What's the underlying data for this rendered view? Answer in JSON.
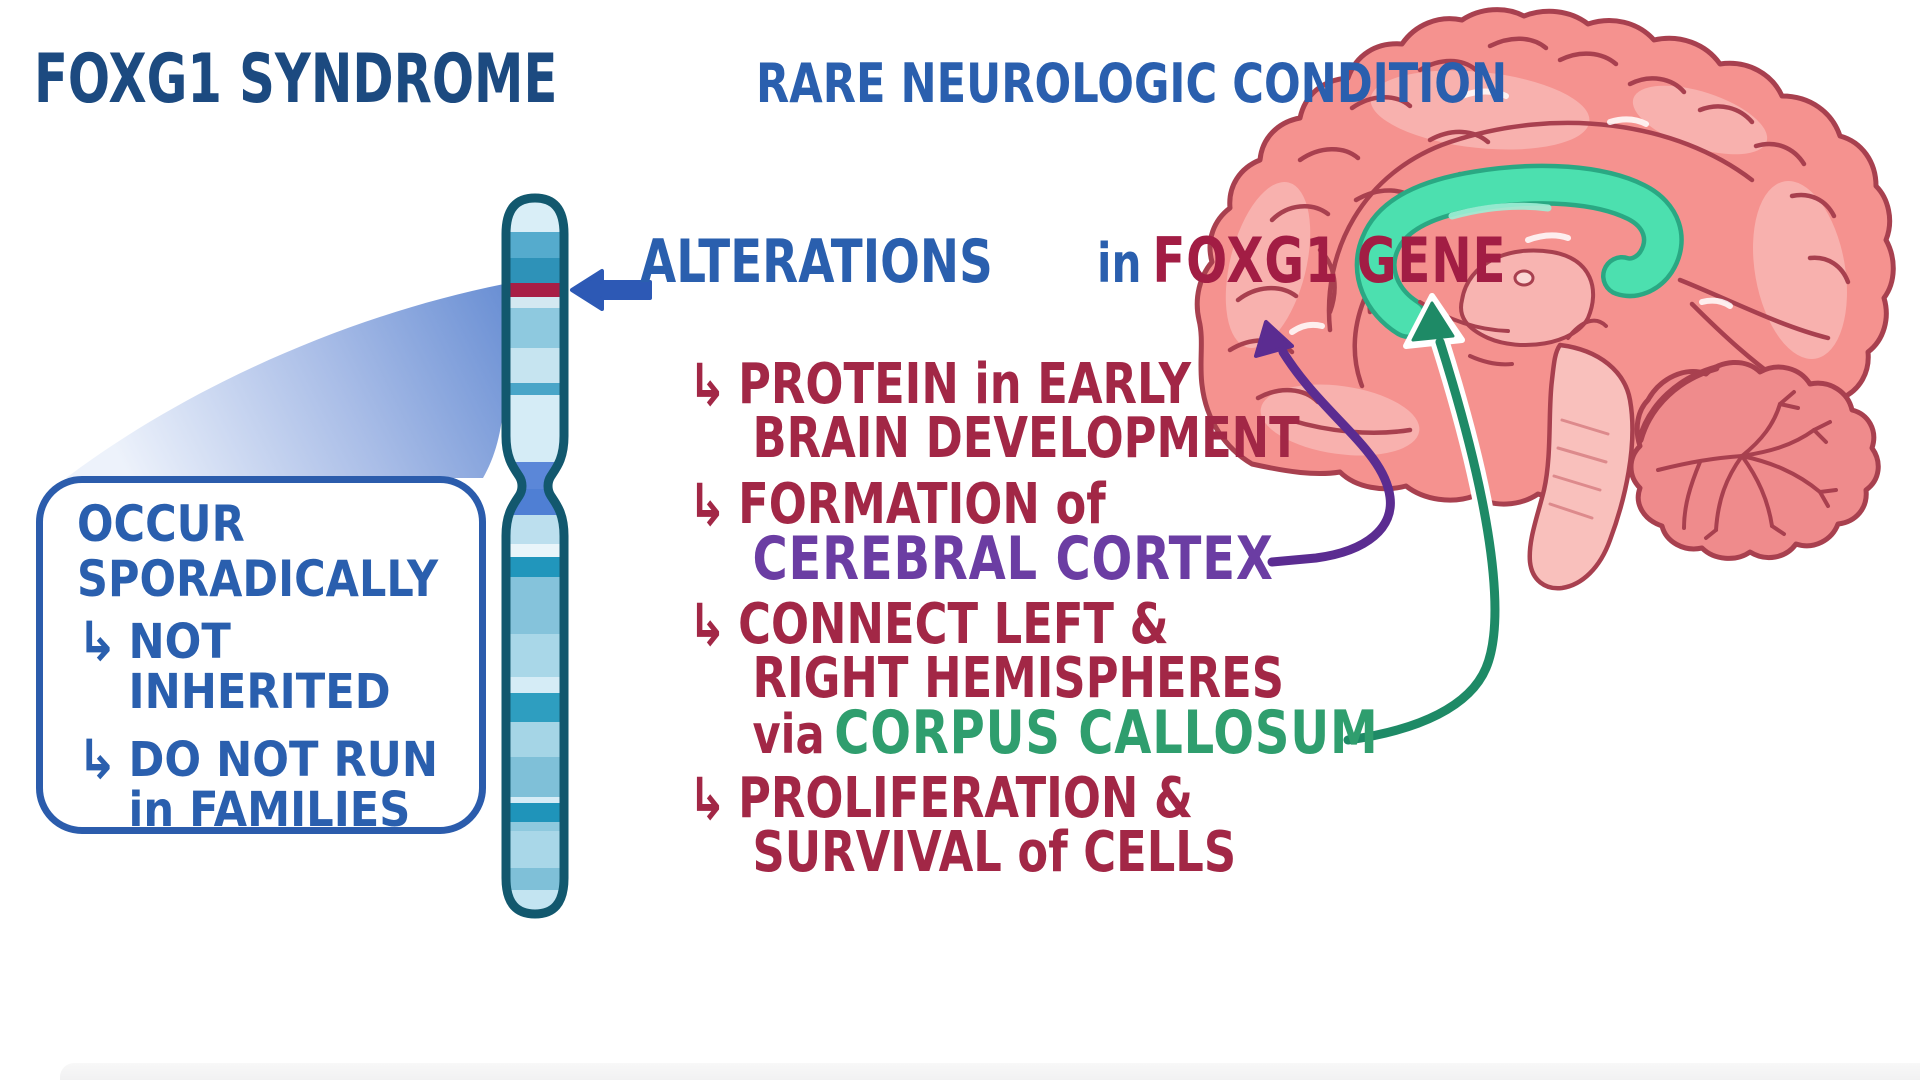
{
  "title": {
    "main": "FOXG1 SYNDROME",
    "subtitle": "RARE NEUROLOGIC CONDITION"
  },
  "sporadic_box": {
    "heading": [
      "OCCUR",
      "SPORADICALLY"
    ],
    "bullets": [
      {
        "line1": "NOT",
        "line2": "INHERITED"
      },
      {
        "line1": "DO NOT RUN",
        "line2": "in FAMILIES"
      }
    ]
  },
  "gene_callout": {
    "line1": "ALTERATIONS",
    "line2_prefix": "in",
    "line2_gene": "FOXG1 GENE"
  },
  "gene_functions": [
    {
      "line1": "PROTEIN in EARLY",
      "line2": "BRAIN DEVELOPMENT"
    },
    {
      "line1": "FORMATION of",
      "term": "CEREBRAL CORTEX"
    },
    {
      "line1": "CONNECT LEFT &",
      "line2": "RIGHT HEMISPHERES",
      "line3_prefix": "via",
      "term": "CORPUS CALLOSUM"
    },
    {
      "line1": "PROLIFERATION &",
      "line2": "SURVIVAL of CELLS"
    }
  ],
  "glyphs": {
    "branch_arrow": "↳"
  },
  "colors": {
    "title_navy": "#1c4a80",
    "handwriting_blue": "#2a5fae",
    "box_border_blue": "#2b5cac",
    "maroon_text": "#a22746",
    "gene_maroon": "#a21d44",
    "purple_term": "#6b3da3",
    "green_term": "#2f9e6e",
    "pointer_blue": "#2d59b5",
    "pointer_purple": "#5b2c91",
    "pointer_green": "#1e8a66",
    "chromosome_border": "#12586e",
    "chromosome_crimson_band": "#a81e45",
    "centromere_blue": "#5b87d8",
    "brain_pink": "#f5928f",
    "brain_outline": "#a8404f",
    "corpus_callosum_mint": "#4ce0af"
  }
}
